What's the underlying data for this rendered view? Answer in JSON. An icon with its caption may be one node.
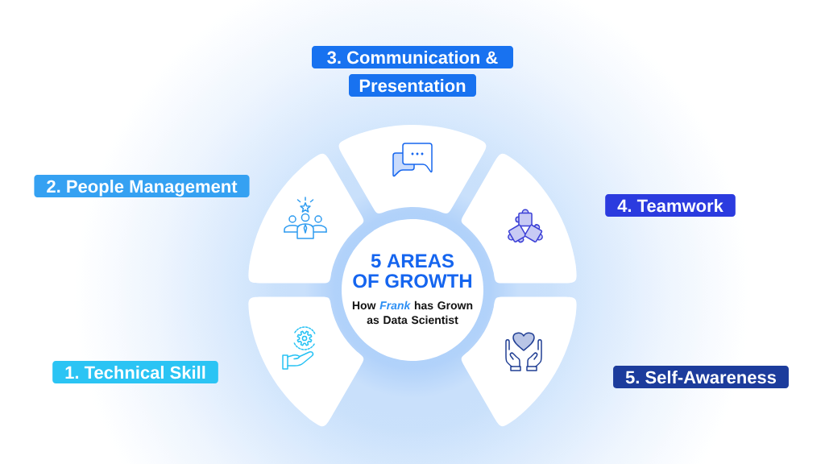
{
  "diagram": {
    "nodes": [
      {
        "text": [
          "5 AREAS OF GROWTH",
          "How *Frank* has Grown as Data Scientist"
        ]
      },
      {
        "text": [],
        "shape": "box"
      },
      {
        "text": [],
        "shape": "box"
      },
      {
        "text": [],
        "shape": "box"
      },
      {
        "text": [],
        "shape": "box"
      },
      {
        "text": [],
        "shape": "box"
      },
      {
        "text": [
          "1. Technical Skill"
        ]
      },
      {
        "text": [
          "2. People Management"
        ]
      },
      {
        "text": [
          "3. Communication & Presentation"
        ]
      },
      {
        "text": [
          "4. Teamwork"
        ]
      },
      {
        "text": [
          "5. Self-Awareness"
        ]
      }
    ]
  }
}
